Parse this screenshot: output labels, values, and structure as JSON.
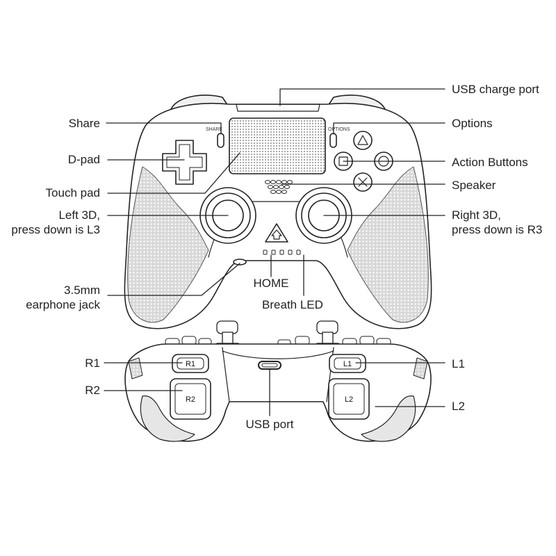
{
  "front_view": {
    "callouts": {
      "usb_charge_port": "USB charge port",
      "share": "Share",
      "options": "Options",
      "d_pad": "D-pad",
      "action_buttons": "Action Buttons",
      "touch_pad": "Touch pad",
      "speaker": "Speaker",
      "left_3d": "Left 3D,\npress down is L3",
      "right_3d": "Right 3D,\npress down is R3",
      "earphone_jack": "3.5mm\nearphone jack",
      "home": "HOME",
      "breath_led": "Breath LED"
    },
    "printed_labels": {
      "share": "SHARE",
      "options": "OPTIONS"
    }
  },
  "top_view": {
    "callouts": {
      "r1": "R1",
      "r2": "R2",
      "l1": "L1",
      "l2": "L2",
      "usb_port": "USB port"
    },
    "button_labels": {
      "r1": "R1",
      "r2": "R2",
      "l1": "L1",
      "l2": "L2"
    }
  },
  "colors": {
    "line": "#222222",
    "texture": "#9a9a9a"
  }
}
